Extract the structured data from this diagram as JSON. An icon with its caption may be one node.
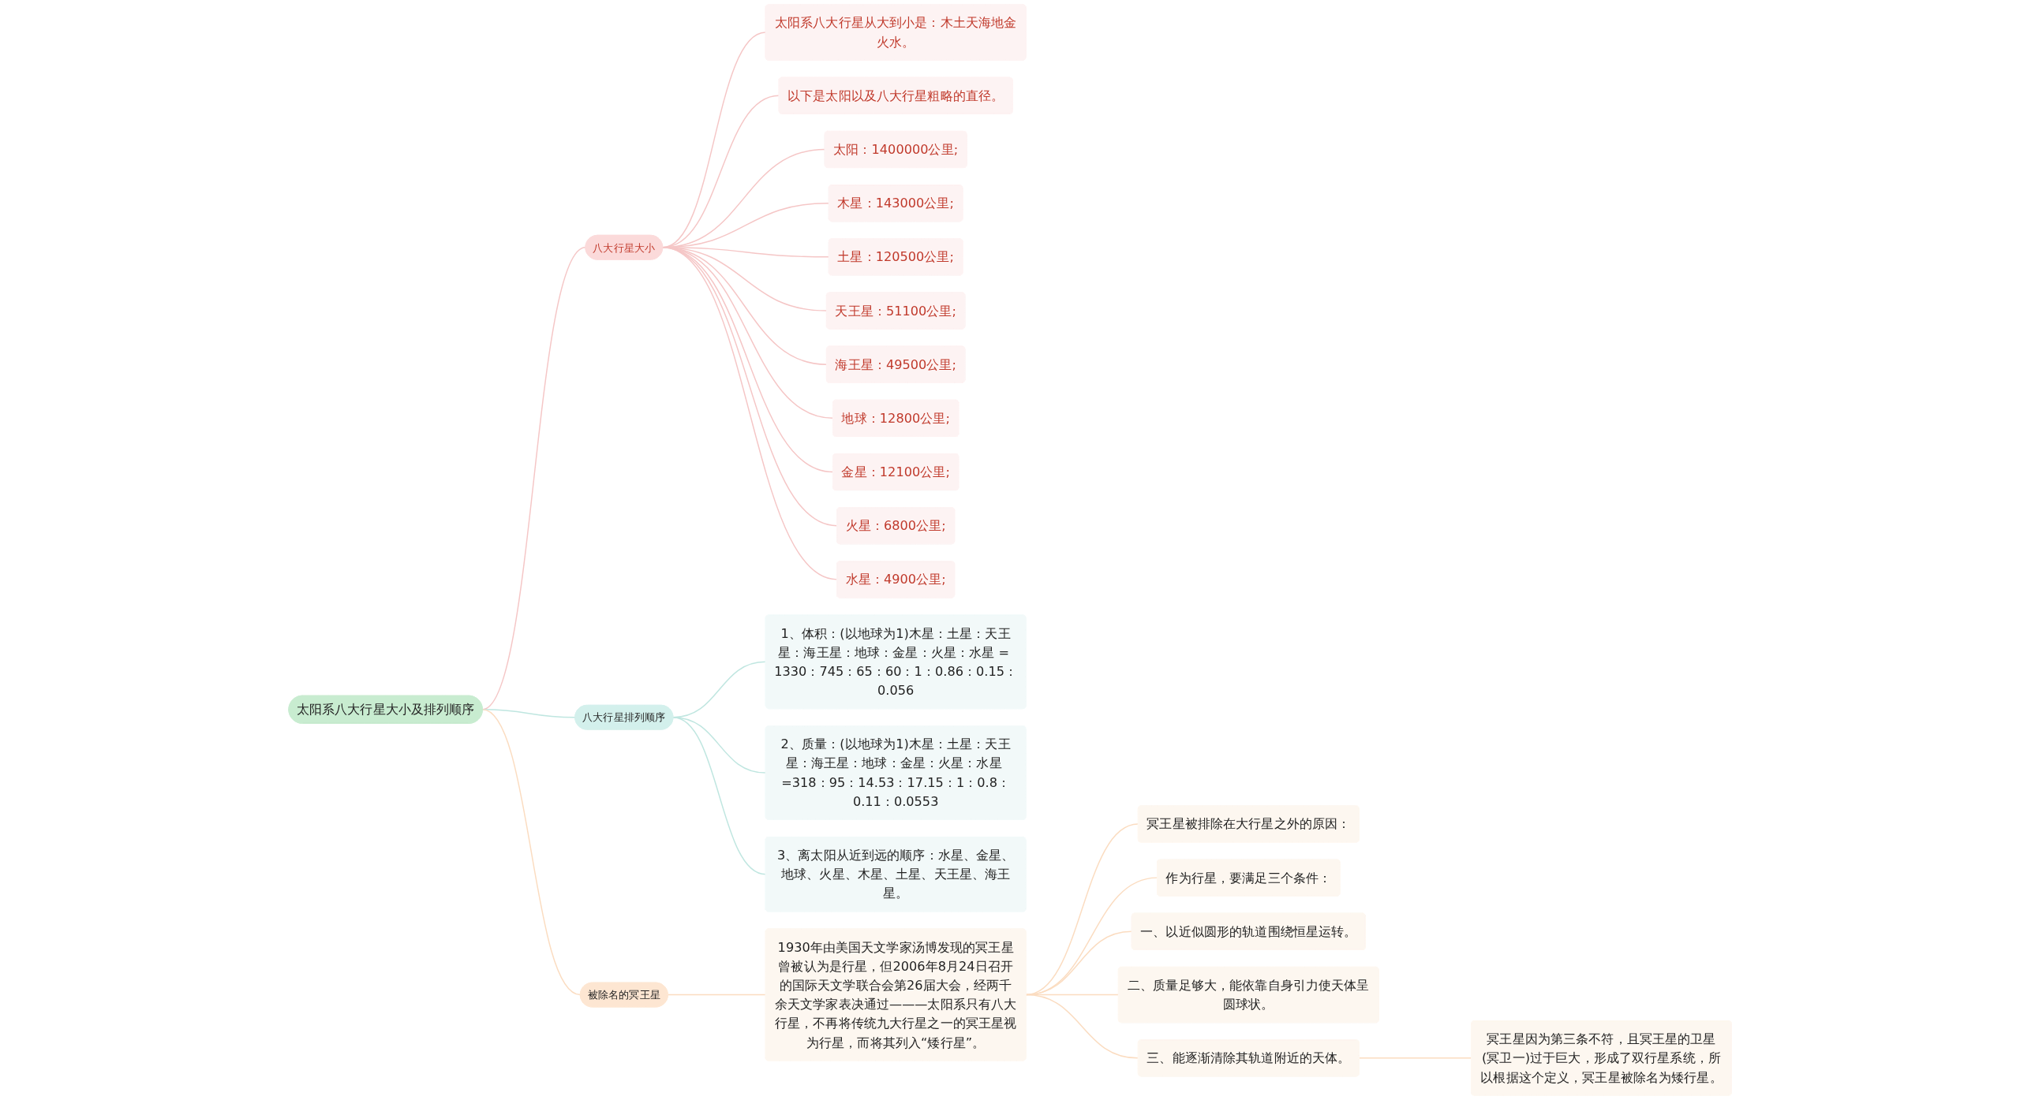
{
  "diagram": {
    "nodes": [
      {
        "text": [
          "太阳系八大行星大小及排列顺序"
        ]
      },
      {
        "text": [
          "八大行星大小"
        ]
      },
      {
        "text": [
          "太阳系八大行星从大到小是：木土天海地金火水。"
        ]
      },
      {
        "text": [
          "以下是太阳以及八大行星粗略的直径。"
        ]
      },
      {
        "text": [
          "太阳：1400000公里;"
        ]
      },
      {
        "text": [
          "木星：143000公里;"
        ]
      },
      {
        "text": [
          "土星：120500公里;"
        ]
      },
      {
        "text": [
          "天王星：51100公里;"
        ]
      },
      {
        "text": [
          "海王星：49500公里;"
        ]
      },
      {
        "text": [
          "地球：12800公里;"
        ]
      },
      {
        "text": [
          "金星：12100公里;"
        ]
      },
      {
        "text": [
          "火星：6800公里;"
        ]
      },
      {
        "text": [
          "水星：4900公里;"
        ]
      },
      {
        "text": [
          "八大行星排列顺序"
        ]
      },
      {
        "text": [
          "1、体积：(以地球为1)木星：土星：天王星：海王星：地球：金星：火星：水星 = 1330：745：65：60：1：0.86：0.15：0.056"
        ]
      },
      {
        "text": [
          "2、质量：(以地球为1)木星：土星：天王星：海王星：地球：金星：火星：水星 =318：95：14.53：17.15：1：0.8：0.11：0.0553"
        ]
      },
      {
        "text": [
          "3、离太阳从近到远的顺序：水星、金星、地球、火星、木星、土星、天王星、海王星。"
        ]
      },
      {
        "text": [
          "被除名的冥王星"
        ]
      },
      {
        "text": [
          "1930年由美国天文学家汤博发现的冥王星曾被认为是行星，但2006年8月24日召开的国际天文学联合会第26届大会，经两千余天文学家表决通过———太阳系只有八大行星，不再将传统九大行星之一的冥王星视为行星，而将其列入“矮行星”。"
        ]
      },
      {
        "text": [
          "冥王星被排除在大行星之外的原因："
        ]
      },
      {
        "text": [
          "作为行星，要满足三个条件："
        ]
      },
      {
        "text": [
          "一、以近似圆形的轨道围绕恒星运转。"
        ]
      },
      {
        "text": [
          "二、质量足够大，能依靠自身引力使天体呈圆球状。"
        ]
      },
      {
        "text": [
          "三、能逐渐清除其轨道附近的天体。"
        ]
      },
      {
        "text": [
          "冥王星因为第三条不符，且冥王星的卫星(冥卫一)过于巨大，形成了双行星系统，所以根据这个定义，冥王星被除名为矮行星。"
        ]
      }
    ],
    "edges": [
      {
        "from": 0,
        "to": 1,
        "arrow": "none"
      },
      {
        "from": 1,
        "to": 2,
        "arrow": "none"
      },
      {
        "from": 1,
        "to": 3,
        "arrow": "none"
      },
      {
        "from": 1,
        "to": 4,
        "arrow": "none"
      },
      {
        "from": 1,
        "to": 5,
        "arrow": "none"
      },
      {
        "from": 1,
        "to": 6,
        "arrow": "none"
      },
      {
        "from": 1,
        "to": 7,
        "arrow": "none"
      },
      {
        "from": 1,
        "to": 8,
        "arrow": "none"
      },
      {
        "from": 1,
        "to": 9,
        "arrow": "none"
      },
      {
        "from": 1,
        "to": 10,
        "arrow": "none"
      },
      {
        "from": 1,
        "to": 11,
        "arrow": "none"
      },
      {
        "from": 1,
        "to": 12,
        "arrow": "none"
      },
      {
        "from": 0,
        "to": 13,
        "arrow": "none",
        "color": "#bfe6e0"
      },
      {
        "from": 13,
        "to": 14,
        "arrow": "none",
        "color": "#bfe6e0"
      },
      {
        "from": 13,
        "to": 15,
        "arrow": "none",
        "color": "#bfe6e0"
      },
      {
        "from": 13,
        "to": 16,
        "arrow": "none",
        "color": "#bfe6e0"
      },
      {
        "from": 0,
        "to": 17,
        "arrow": "none",
        "color": "#fbdcc0"
      },
      {
        "from": 17,
        "to": 18,
        "arrow": "none",
        "color": "#fbdcc0"
      },
      {
        "from": 18,
        "to": 19,
        "arrow": "none",
        "color": "#fbdcc0"
      },
      {
        "from": 18,
        "to": 20,
        "arrow": "none",
        "color": "#fbdcc0"
      },
      {
        "from": 18,
        "to": 21,
        "arrow": "none",
        "color": "#fbdcc0"
      },
      {
        "from": 18,
        "to": 22,
        "arrow": "none",
        "color": "#fbdcc0"
      },
      {
        "from": 18,
        "to": 23,
        "arrow": "none",
        "color": "#fbdcc0"
      },
      {
        "from": 23,
        "to": 24,
        "arrow": "none",
        "color": "#fbdcc0"
      }
    ]
  }
}
